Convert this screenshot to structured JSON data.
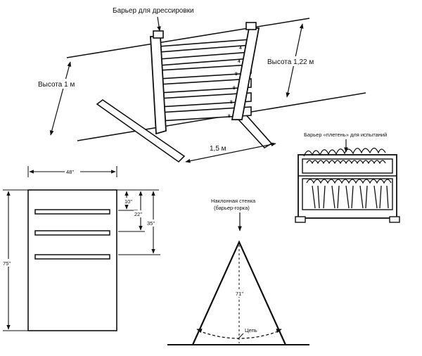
{
  "training_hurdle": {
    "title": "Барьер для дрессировки",
    "height_left": "Высота 1 м",
    "height_right": "Высота 1,22 м",
    "width": "1,5 м",
    "board_marks": [
      "4",
      "4",
      "8",
      "8",
      "8",
      "8"
    ]
  },
  "wattle_hurdle": {
    "title": "Барьер «плетень» для испытаний"
  },
  "board_wall": {
    "width": "48\"",
    "height": "75\"",
    "dim_1": "10\"",
    "dim_2": "22\"",
    "dim_3": "35\""
  },
  "a_frame": {
    "title_line1": "Наклонная стенка",
    "title_line2": "(барьер-горка)",
    "height": "71\"",
    "chain": "Цепь"
  }
}
